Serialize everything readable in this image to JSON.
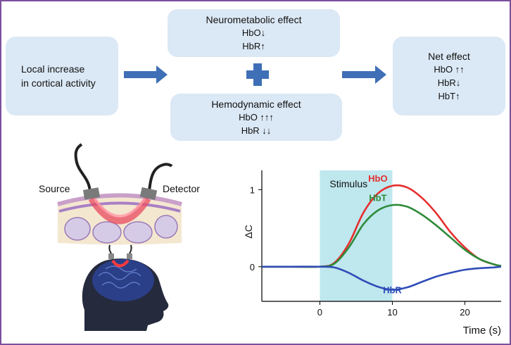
{
  "boxes": {
    "local": {
      "line1": "Local increase",
      "line2": "in cortical activity"
    },
    "neuro": {
      "title": "Neurometabolic effect",
      "l1": "HbO↓",
      "l2": "HbR↑"
    },
    "hemo": {
      "title": "Hemodynamic effect",
      "l1": "HbO ↑↑↑",
      "l2": "HbR ↓↓"
    },
    "net": {
      "title": "Net effect",
      "l1": "HbO ↑↑",
      "l2": "HbR↓",
      "l3": "HbT↑"
    }
  },
  "illustration": {
    "source_label": "Source",
    "detector_label": "Detector"
  },
  "chart_data": {
    "type": "line",
    "xlabel": "Time (s)",
    "ylabel": "ΔC",
    "xlim": [
      -8,
      25
    ],
    "ylim": [
      -0.45,
      1.25
    ],
    "xticks": [
      0,
      10,
      20
    ],
    "yticks": [
      0,
      1
    ],
    "stimulus": {
      "label": "Stimulus",
      "start": 0,
      "end": 10,
      "color": "#bfe7ee"
    },
    "series": [
      {
        "name": "HbO",
        "color": "#e62e2e",
        "x": [
          -8,
          -4,
          0,
          2,
          4,
          6,
          8,
          10,
          12,
          14,
          16,
          18,
          20,
          22,
          24,
          25
        ],
        "y": [
          0,
          0,
          0,
          0.05,
          0.3,
          0.7,
          0.95,
          1.05,
          1.03,
          0.9,
          0.7,
          0.45,
          0.25,
          0.1,
          0.03,
          0.01
        ]
      },
      {
        "name": "HbT",
        "color": "#2e8b3a",
        "x": [
          -8,
          -4,
          0,
          2,
          4,
          6,
          8,
          10,
          12,
          14,
          16,
          18,
          20,
          22,
          24,
          25
        ],
        "y": [
          0,
          0,
          0,
          0.04,
          0.25,
          0.55,
          0.73,
          0.8,
          0.78,
          0.68,
          0.54,
          0.38,
          0.22,
          0.1,
          0.03,
          0.01
        ]
      },
      {
        "name": "HbR",
        "color": "#2f4db8",
        "x": [
          -8,
          -4,
          0,
          2,
          4,
          6,
          8,
          10,
          12,
          14,
          16,
          18,
          20,
          22,
          24,
          25
        ],
        "y": [
          0,
          0,
          0,
          -0.01,
          -0.08,
          -0.18,
          -0.26,
          -0.3,
          -0.27,
          -0.2,
          -0.13,
          -0.08,
          -0.04,
          -0.02,
          -0.01,
          0
        ]
      }
    ]
  }
}
